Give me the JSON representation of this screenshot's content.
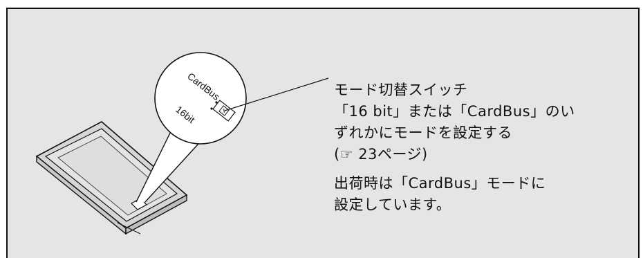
{
  "colors": {
    "panel_bg": "#e5e5e5",
    "outline": "#111111",
    "card_face": "#e0e0e0",
    "magnifier_fill": "#ffffff"
  },
  "illustration": {
    "card_label_top": "CardBus",
    "card_label_bottom": "16bit"
  },
  "callouts": {
    "switch": {
      "lines": [
        "モード切替スイッチ",
        "「16 bit」または「CardBus」のい",
        "ずれかにモードを設定する",
        "(☞ 23ページ)"
      ]
    },
    "shipping": {
      "lines": [
        "出荷時は「CardBus」モードに",
        "設定しています。"
      ]
    }
  }
}
